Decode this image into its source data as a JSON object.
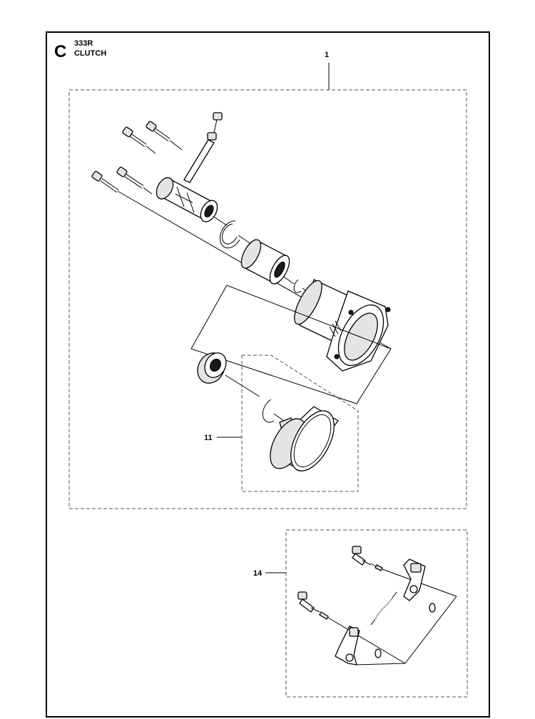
{
  "page": {
    "section_letter": "C",
    "model": "333R",
    "title": "CLUTCH"
  },
  "callouts": {
    "clutch_assembly": "1",
    "clutch_drum": "11",
    "clutch_shoe_kit": "14"
  }
}
